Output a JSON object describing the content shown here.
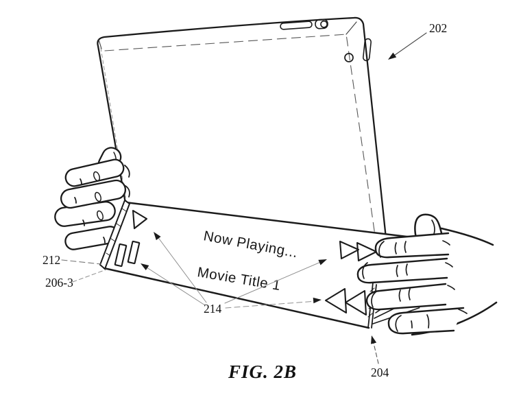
{
  "figure": {
    "caption": "FIG. 2B",
    "cover_display": {
      "line1": "Now Playing...",
      "line2": "Movie Title 1"
    },
    "reference_labels": {
      "tablet_back": "202",
      "pause_control": "212",
      "cover_segment": "206-3",
      "media_controls": "214",
      "folded_corner": "204"
    },
    "icons": {
      "play": "play-icon",
      "pause": "pause-icon",
      "fast_forward": "fast-forward-icon",
      "rewind": "rewind-icon",
      "camera": "camera-icon"
    },
    "colors": {
      "ink": "#1b1b1b",
      "background": "#ffffff",
      "leader_line": "#8f8f8f"
    }
  }
}
